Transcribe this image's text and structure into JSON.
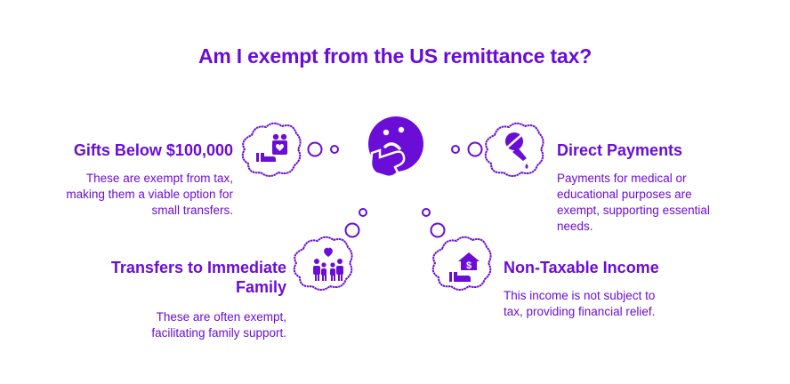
{
  "title": "Am I exempt from the US remittance tax?",
  "colors": {
    "accent": "#6a0dd6",
    "background": "#ffffff"
  },
  "center_icon": "thinking-face-icon",
  "items": [
    {
      "id": "gifts",
      "heading": "Gifts Below $100,000",
      "description_lines": [
        "These are exempt from tax,",
        "making them a viable option for",
        "small transfers."
      ],
      "icon": "gift-in-hand-icon",
      "position": "top-left"
    },
    {
      "id": "direct",
      "heading": "Direct Payments",
      "description_lines": [
        "Payments for medical or",
        "educational purposes are",
        "exempt, supporting essential",
        "needs."
      ],
      "icon": "medical-dropper-icon",
      "position": "top-right"
    },
    {
      "id": "family",
      "heading_lines": [
        "Transfers to Immediate",
        "Family"
      ],
      "description_lines": [
        "These are often exempt,",
        "facilitating family support."
      ],
      "icon": "family-heart-icon",
      "position": "bottom-left"
    },
    {
      "id": "income",
      "heading": "Non-Taxable Income",
      "description_lines": [
        "This income is not subject to",
        "tax, providing financial relief."
      ],
      "icon": "house-dollar-hand-icon",
      "position": "bottom-right"
    }
  ]
}
